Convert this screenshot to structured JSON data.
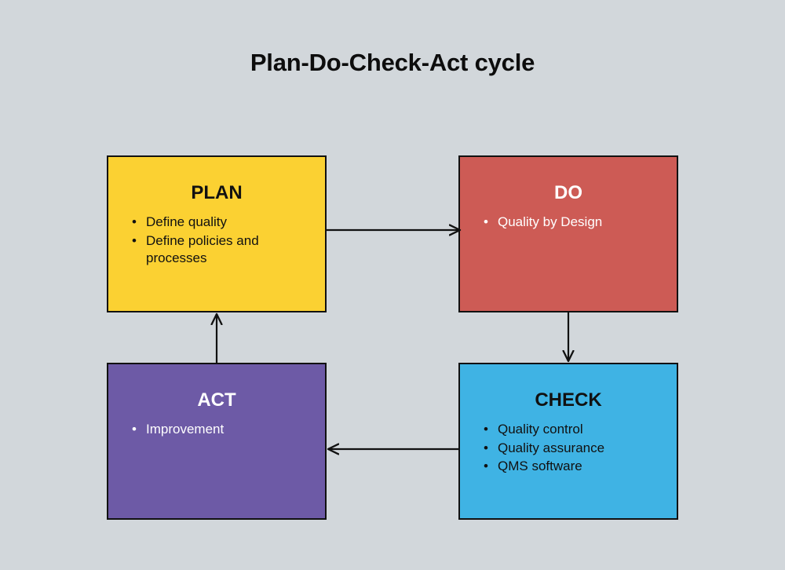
{
  "diagram": {
    "title": "Plan-Do-Check-Act cycle",
    "background_color": "#d2d7db",
    "border_color": "#111111",
    "type": "cycle-flowchart",
    "nodes": [
      {
        "id": "plan",
        "title": "PLAN",
        "fill": "#fbd132",
        "text_color": "#111111",
        "items": [
          "Define quality",
          "Define policies and processes"
        ]
      },
      {
        "id": "do",
        "title": "DO",
        "fill": "#cd5b55",
        "text_color": "#ffffff",
        "items": [
          "Quality by Design"
        ]
      },
      {
        "id": "check",
        "title": "CHECK",
        "fill": "#3fb3e4",
        "text_color": "#111111",
        "items": [
          "Quality control",
          "Quality assurance",
          "QMS software"
        ]
      },
      {
        "id": "act",
        "title": "ACT",
        "fill": "#6d5aa6",
        "text_color": "#ffffff",
        "items": [
          "Improvement"
        ]
      }
    ],
    "bullet_glyph": "•",
    "arrows": [
      {
        "id": "plan-to-do",
        "from": "plan",
        "to": "do",
        "direction": "right"
      },
      {
        "id": "do-to-check",
        "from": "do",
        "to": "check",
        "direction": "down"
      },
      {
        "id": "check-to-act",
        "from": "check",
        "to": "act",
        "direction": "left"
      },
      {
        "id": "act-to-plan",
        "from": "act",
        "to": "plan",
        "direction": "up"
      }
    ]
  }
}
